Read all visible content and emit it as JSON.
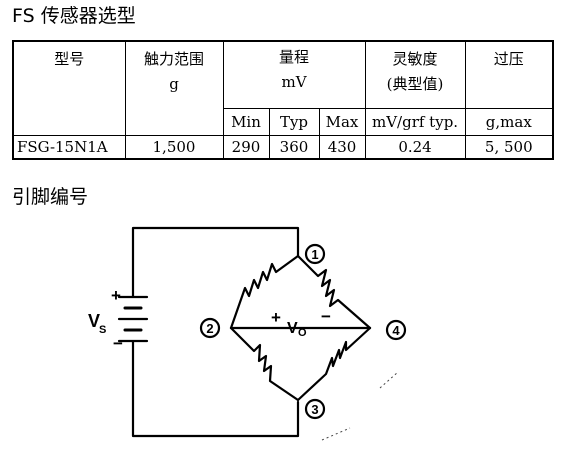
{
  "title": "FS 传感器选型",
  "pin_title": "引脚编号",
  "table": {
    "headers": {
      "model": "型号",
      "force_range": "触力范围",
      "force_range_unit": "g",
      "span": "量程",
      "span_unit": "mV",
      "sensitivity": "灵敏度",
      "sensitivity_sub": "(典型值)",
      "overpressure": "过压",
      "min": "Min",
      "typ": "Typ",
      "max": "Max",
      "sensitivity_unit": "mV/grf typ.",
      "overpressure_unit": "g,max"
    },
    "rows": [
      {
        "model": "FSG-15N1A",
        "force_range": "1,500",
        "min": "290",
        "typ": "360",
        "max": "430",
        "sensitivity": "0.24",
        "overpressure": "5, 500"
      }
    ]
  },
  "circuit": {
    "supply_label": "V",
    "supply_sub": "S",
    "supply_plus": "+",
    "supply_minus": "−",
    "output_plus": "+",
    "output_label": "V",
    "output_sub": "O",
    "output_minus": "−",
    "pins": [
      "1",
      "2",
      "3",
      "4"
    ]
  }
}
